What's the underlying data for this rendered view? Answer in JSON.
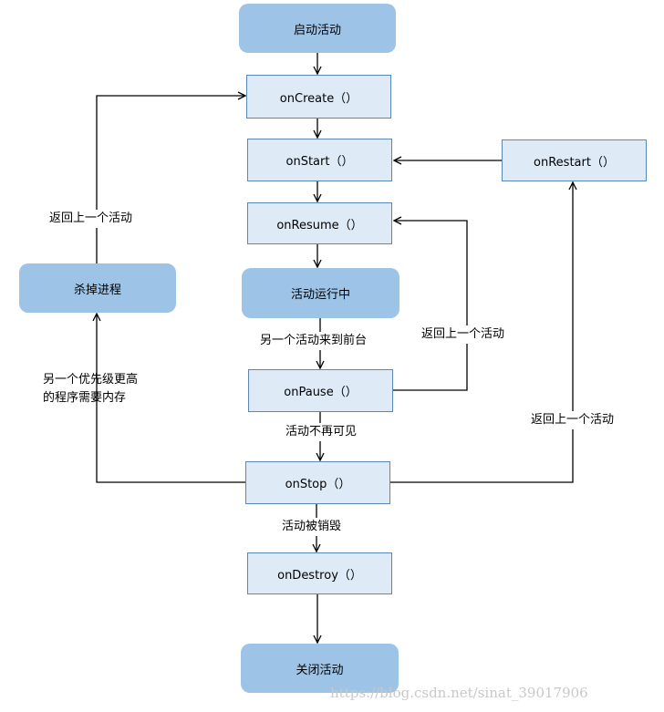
{
  "nodes": {
    "start": "启动活动",
    "oncreate": "onCreate（）",
    "onstart": "onStart（）",
    "onresume": "onResume（）",
    "running": "活动运行中",
    "onpause": "onPause（）",
    "onstop": "onStop（）",
    "ondestroy": "onDestroy（）",
    "close": "关闭活动",
    "onrestart": "onRestart（）",
    "kill": "杀掉进程"
  },
  "labels": {
    "kill_to_create": "返回上一个活动",
    "other_foreground": "另一个活动来到前台",
    "pause_to_resume": "返回上一个活动",
    "stop_to_restart": "返回上一个活动",
    "invisible": "活动不再可见",
    "destroyed": "活动被销毁",
    "memory_line1": "另一个优先级更高",
    "memory_line2": "的程序需要内存"
  },
  "watermark": "https://blog.csdn.net/sinat_39017906",
  "colors": {
    "terminal_fill": "#9dc3e6",
    "method_fill": "#deebf7",
    "method_border": "#5b87b8",
    "line": "#000000"
  }
}
